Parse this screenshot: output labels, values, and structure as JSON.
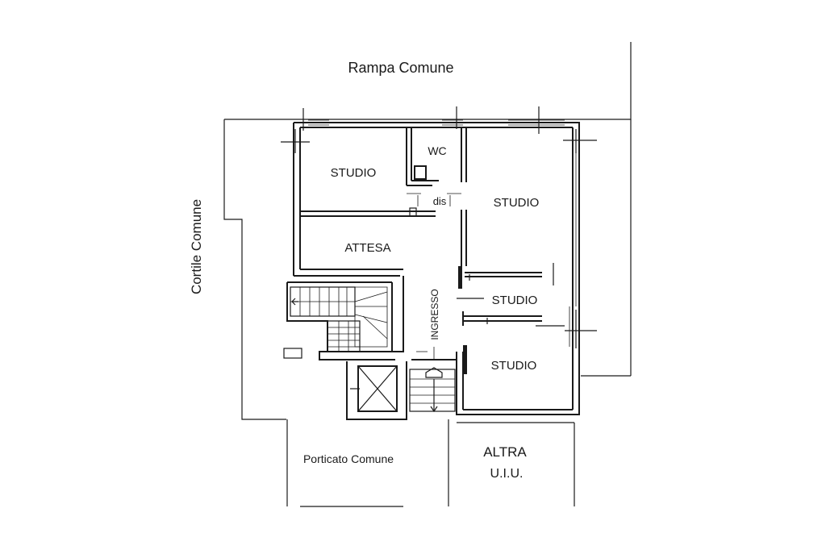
{
  "labels": {
    "rampa_comune": "Rampa Comune",
    "cortile_comune": "Cortile Comune",
    "studio_1": "STUDIO",
    "wc": "WC",
    "dis": "dis",
    "studio_2": "STUDIO",
    "attesa": "ATTESA",
    "studio_3": "STUDIO",
    "ingresso": "INGRESSO",
    "studio_4": "STUDIO",
    "porticato_comune": "Porticato Comune",
    "altra": "ALTRA",
    "uiu": "U.I.U."
  },
  "icons": {
    "entrance_arrow": "entrance-arrow-icon",
    "elevator": "elevator-shaft-icon",
    "stair_direction": "stair-direction-arrow-icon"
  }
}
